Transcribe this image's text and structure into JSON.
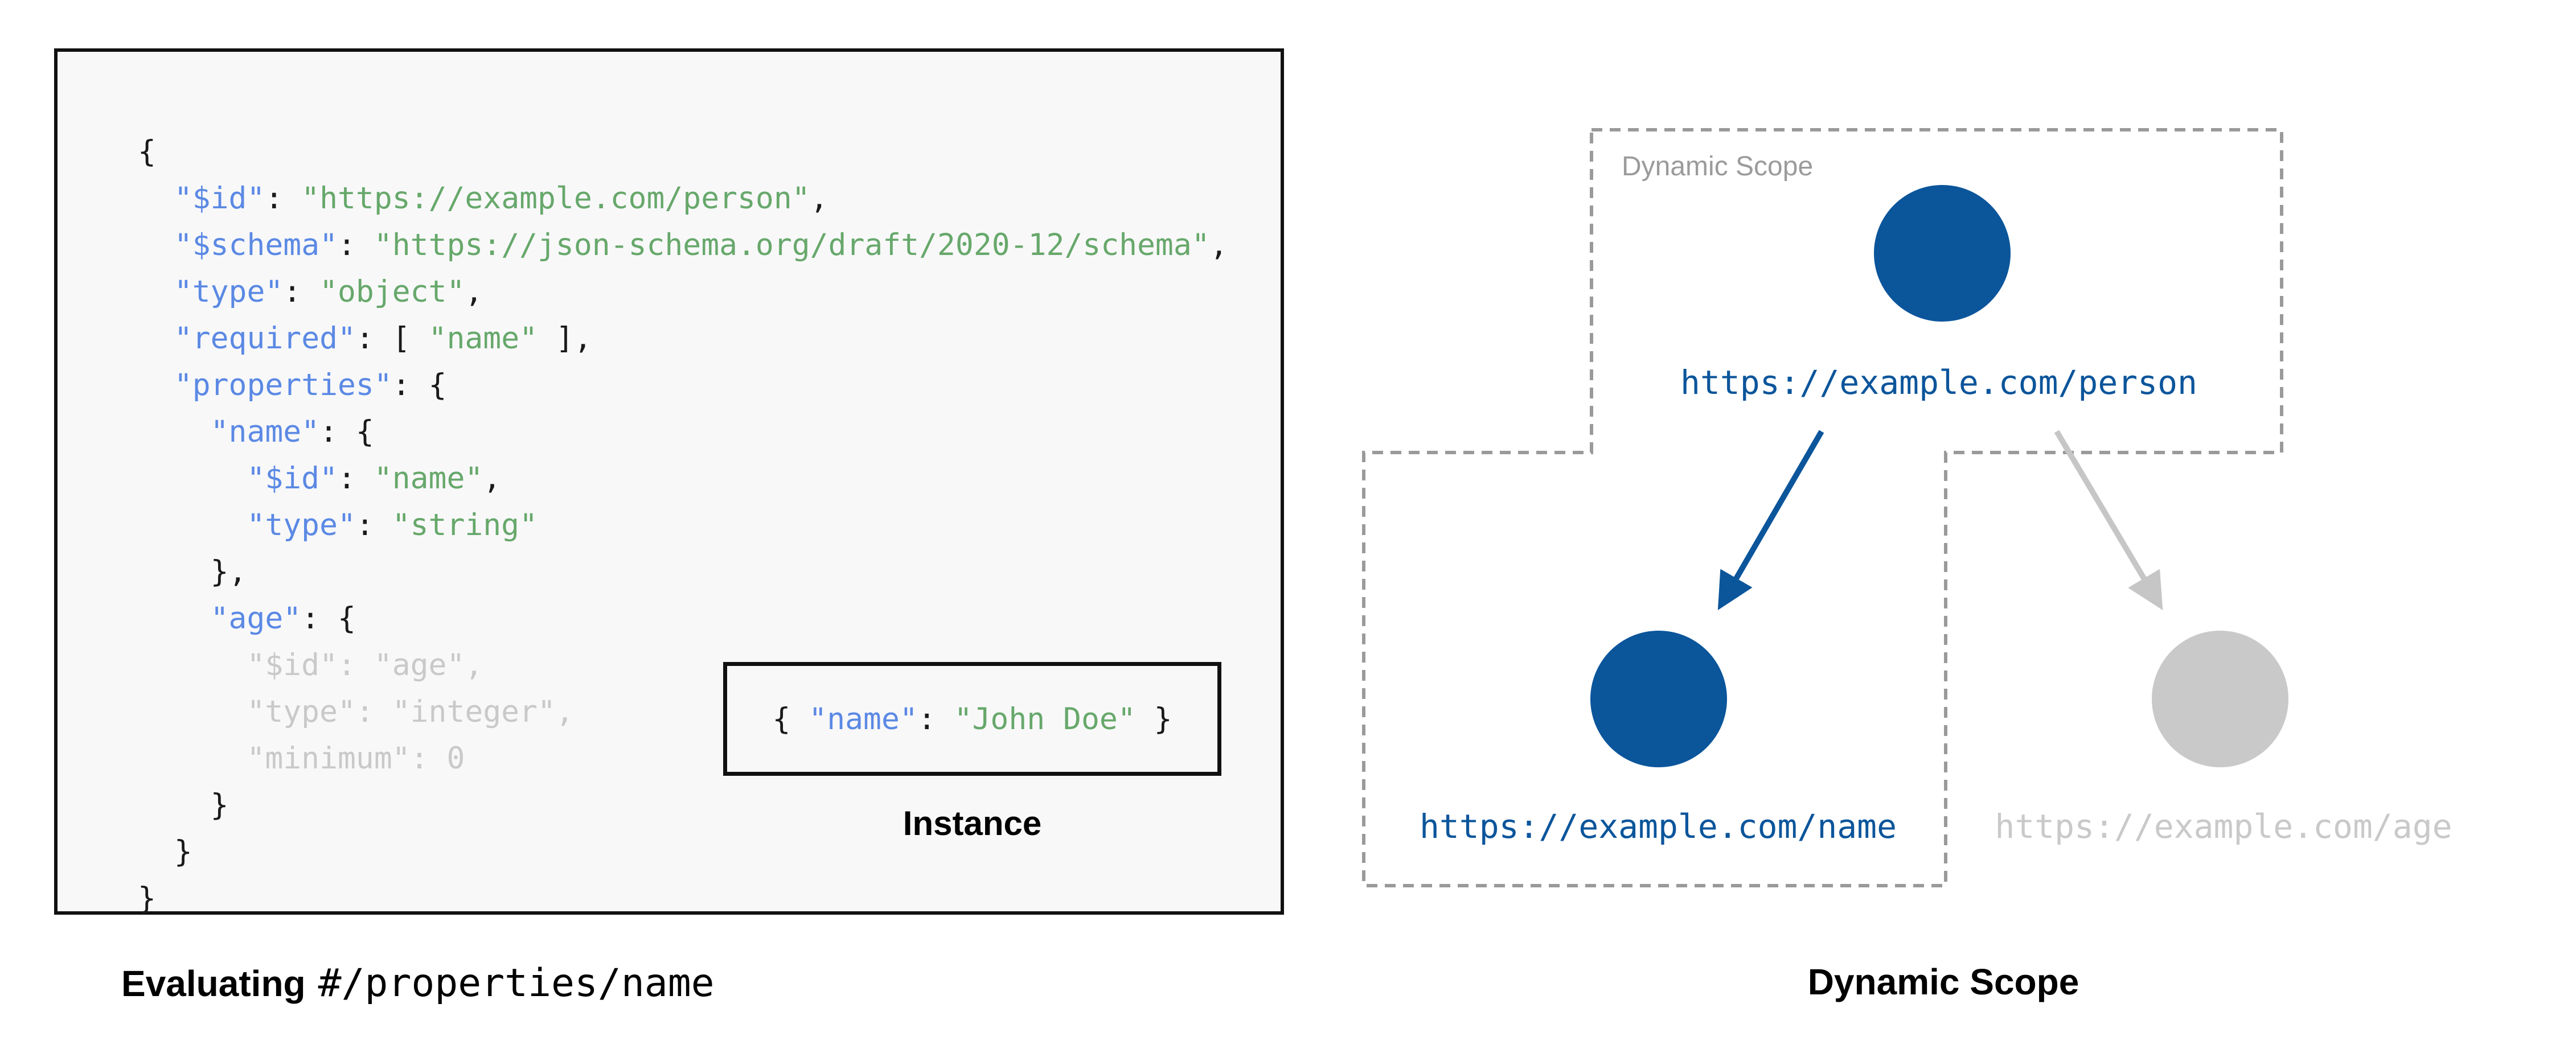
{
  "colors": {
    "accent_blue": "#0b559b",
    "key_blue": "#5b89e4",
    "string_green": "#67a86b",
    "punct_black": "#1a1a1a",
    "muted_gray": "#c9c9c9",
    "dash_gray": "#9a9a9a",
    "scope_label_gray": "#9b9b9b",
    "code_bg": "#f8f8f9",
    "box_border": "#111111"
  },
  "left": {
    "code_lines": [
      [
        [
          "p",
          "{"
        ]
      ],
      [
        [
          "p",
          "  "
        ],
        [
          "k",
          "\"$id\""
        ],
        [
          "p",
          ": "
        ],
        [
          "s",
          "\"https://example.com/person\""
        ],
        [
          "p",
          ","
        ]
      ],
      [
        [
          "p",
          "  "
        ],
        [
          "k",
          "\"$schema\""
        ],
        [
          "p",
          ": "
        ],
        [
          "s",
          "\"https://json-schema.org/draft/2020-12/schema\""
        ],
        [
          "p",
          ","
        ]
      ],
      [
        [
          "p",
          "  "
        ],
        [
          "k",
          "\"type\""
        ],
        [
          "p",
          ": "
        ],
        [
          "s",
          "\"object\""
        ],
        [
          "p",
          ","
        ]
      ],
      [
        [
          "p",
          "  "
        ],
        [
          "k",
          "\"required\""
        ],
        [
          "p",
          ": [ "
        ],
        [
          "s",
          "\"name\""
        ],
        [
          "p",
          " ],"
        ]
      ],
      [
        [
          "p",
          "  "
        ],
        [
          "k",
          "\"properties\""
        ],
        [
          "p",
          ": {"
        ]
      ],
      [
        [
          "p",
          "    "
        ],
        [
          "k",
          "\"name\""
        ],
        [
          "p",
          ": {"
        ]
      ],
      [
        [
          "p",
          "      "
        ],
        [
          "k",
          "\"$id\""
        ],
        [
          "p",
          ": "
        ],
        [
          "s",
          "\"name\""
        ],
        [
          "p",
          ","
        ]
      ],
      [
        [
          "p",
          "      "
        ],
        [
          "k",
          "\"type\""
        ],
        [
          "p",
          ": "
        ],
        [
          "s",
          "\"string\""
        ]
      ],
      [
        [
          "p",
          "    },"
        ]
      ],
      [
        [
          "p",
          "    "
        ],
        [
          "k",
          "\"age\""
        ],
        [
          "p",
          ": {"
        ]
      ],
      [
        [
          "g",
          "      \"$id\": \"age\","
        ]
      ],
      [
        [
          "g",
          "      \"type\": \"integer\","
        ]
      ],
      [
        [
          "g",
          "      \"minimum\": 0"
        ]
      ],
      [
        [
          "p",
          "    }"
        ]
      ],
      [
        [
          "p",
          "  }"
        ]
      ],
      [
        [
          "p",
          "}"
        ]
      ]
    ],
    "instance_segments": [
      [
        "p",
        "{ "
      ],
      [
        "k",
        "\"name\""
      ],
      [
        "p",
        ": "
      ],
      [
        "s",
        "\"John Doe\""
      ],
      [
        "p",
        " }"
      ]
    ],
    "instance_label": "Instance",
    "caption_bold": "Evaluating",
    "caption_code": "#/properties/name"
  },
  "right": {
    "scope_box_label": "Dynamic Scope",
    "person_url": "https://example.com/person",
    "name_url": "https://example.com/name",
    "age_url": "https://example.com/age",
    "caption": "Dynamic Scope"
  }
}
